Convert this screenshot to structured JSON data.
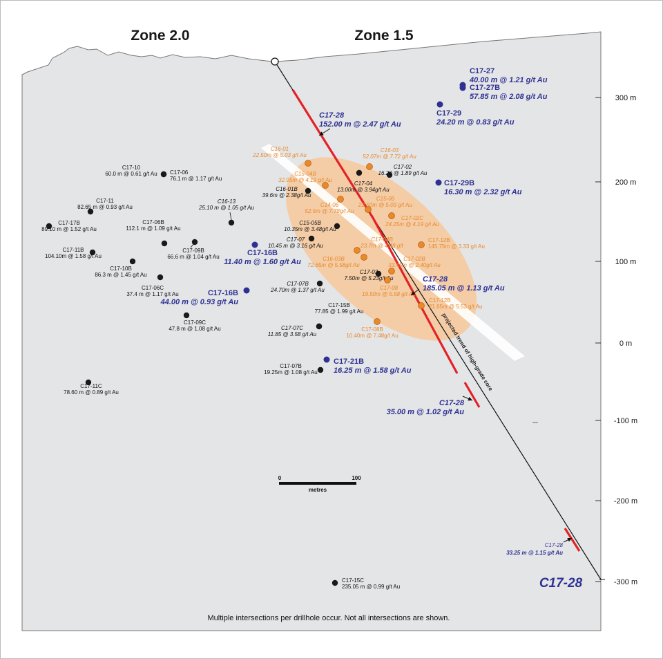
{
  "zones": [
    "Zone 2.0",
    "Zone 1.5"
  ],
  "elevations": [
    "300 m",
    "200 m",
    "100 m",
    "0 m",
    "-100 m",
    "-200 m",
    "-300 m"
  ],
  "colors": {
    "black": "#1a1a1a",
    "orange": "#e8892a",
    "blue": "#2e3192",
    "red": "#e32227",
    "background": "#e4e5e7",
    "halo": "#f7c89a"
  },
  "main_hole": "C17-28",
  "trend_label": "projected trend of high-grade core",
  "scale": {
    "start": "0",
    "end": "100",
    "unit": "metres"
  },
  "note": "Multiple intersections per drillhole occur.  Not all intersections are shown.",
  "intercepts": [
    {
      "name": "C17-10",
      "text": "60.0 m @ 0.61 g/t Au",
      "color": "black"
    },
    {
      "name": "C17-06",
      "text": "76.1 m @ 1.17 g/t Au",
      "color": "black"
    },
    {
      "name": "C17-11",
      "text": "82.65 m @ 0.93 g/t Au",
      "color": "black"
    },
    {
      "name": "C16-13",
      "text": "25.10 m @ 1.05 g/t Au",
      "color": "black",
      "italic": true
    },
    {
      "name": "C17-17B",
      "text": "89.10 m @ 1.52 g/t Au",
      "color": "black"
    },
    {
      "name": "C17-06B",
      "text": "112.1 m @ 1.09 g/t Au",
      "color": "black"
    },
    {
      "name": "C17-09B",
      "text": "66.6 m @ 1.04 g/t Au",
      "color": "black"
    },
    {
      "name": "C17-11B",
      "text": "104.10m @ 1.58 g/t Au",
      "color": "black"
    },
    {
      "name": "C17-10B",
      "text": "86.3 m @ 1.45 g/t Au",
      "color": "black"
    },
    {
      "name": "C17-06C",
      "text": "37.4 m @ 1.17 g/t Au",
      "color": "black"
    },
    {
      "name": "C17-09C",
      "text": "47.8 m @ 1.08 g/t Au",
      "color": "black"
    },
    {
      "name": "C17-11C",
      "text": "78.60 m @ 0.89 g/t Au",
      "color": "black"
    },
    {
      "name": "C16-01",
      "text": "22.50m @ 5.03 g/t Au",
      "color": "orange",
      "italic": true
    },
    {
      "name": "C16-03",
      "text": "52.07m @ 7.72 g/t Au",
      "color": "orange",
      "italic": true
    },
    {
      "name": "C15-04B",
      "text": "32.95m @ 4.19 g/t Au",
      "color": "orange",
      "italic": true
    },
    {
      "name": "C16-01B",
      "text": "39.6m @ 2.38g/t Au",
      "color": "black",
      "italic": true
    },
    {
      "name": "C17-04",
      "text": "13.00m @ 3.94g/t Au",
      "color": "black",
      "italic": true
    },
    {
      "name": "C17-02",
      "text": "16.20 @ 1.89 g/t Au",
      "color": "black",
      "italic": true
    },
    {
      "name": "C14-06",
      "text": "52.5m @ 7.78g/t Au",
      "color": "orange",
      "italic": true
    },
    {
      "name": "C15-06",
      "text": "22.50m @ 5.03 g/t Au",
      "color": "orange",
      "italic": true
    },
    {
      "name": "C15-05B",
      "text": "10.35m @ 3.48g/t Au",
      "color": "black",
      "italic": true
    },
    {
      "name": "C17-02C",
      "text": "24.25m @ 4.19 g/t Au",
      "color": "orange",
      "italic": true
    },
    {
      "name": "C17-07",
      "text": "10.45 m @ 3.16 g/t Au",
      "color": "black",
      "italic": true
    },
    {
      "name": "C17-04B",
      "text": "23.7m @ 4.48 g/t",
      "color": "orange",
      "italic": true
    },
    {
      "name": "C17-12B",
      "text": "145.75m @ 3.33 g/t Au",
      "color": "orange"
    },
    {
      "name": "C16-03B",
      "text": "72.65m @ 5.58g/t Au",
      "color": "orange",
      "italic": true
    },
    {
      "name": "C17-02B",
      "text": "33.45m @ 2.40g/t Au",
      "color": "orange",
      "italic": true
    },
    {
      "name": "C17-03",
      "text": "7.50m @ 5.23g/t Au",
      "color": "black",
      "italic": true
    },
    {
      "name": "C17-07B",
      "text": "24.70m @ 1.37 g/t Au",
      "color": "black",
      "italic": true
    },
    {
      "name": "C17-08",
      "text": "19.50m @ 5.58 g/t Au",
      "color": "orange",
      "italic": true
    },
    {
      "name": "C17-12B",
      "text": "21.65m @ 5.53 g/t Au",
      "color": "orange"
    },
    {
      "name": "C17-15B",
      "text": "77.85 @ 1.99 g/t Au",
      "color": "black"
    },
    {
      "name": "C17-07C",
      "text": "11.85 @ 3.58 g/t Au",
      "color": "black",
      "italic": true
    },
    {
      "name": "C17-08B",
      "text": "10.40m @ 7.48g/t Au",
      "color": "orange"
    },
    {
      "name": "C17-07B",
      "text": "19.25m @ 1.08 g/t Au",
      "color": "black"
    },
    {
      "name": "C17-15C",
      "text": "235.05 m @ 0.99 g/t Au",
      "color": "black"
    },
    {
      "name": "C17-27",
      "text": "40.00 m @ 1.21 g/t Au",
      "color": "blue",
      "big": true
    },
    {
      "name": "C17-27B",
      "text": "57.85 m @ 2.08 g/t Au",
      "color": "blue",
      "big": true
    },
    {
      "name": "C17-29",
      "text": "24.20 m @ 0.83 g/t Au",
      "color": "blue",
      "big": true
    },
    {
      "name": "C17-29B",
      "text": "16.30 m @ 2.32 g/t Au",
      "color": "blue",
      "big": true
    },
    {
      "name": "C17-16B",
      "text": "11.40 m @ 1.60 g/t Au",
      "color": "blue",
      "big": true
    },
    {
      "name": "C17-16B",
      "text": "44.00 m @ 0.93 g/t Au",
      "color": "blue",
      "big": true
    },
    {
      "name": "C17-21B",
      "text": "16.25 m @ 1.58 g/t Au",
      "color": "blue",
      "big": true
    }
  ],
  "c1728_intercepts": [
    {
      "name": "C17-28",
      "text": "152.00 m @ 2.47 g/t Au",
      "big": true,
      "italic": true
    },
    {
      "name": "C17-28",
      "text": "185.05 m @ 1.13 g/t Au",
      "big": true
    },
    {
      "name": "C17-28",
      "text": "35.00 m @ 1.02 g/t Au",
      "big": true,
      "italic": true
    },
    {
      "name": "C17-28",
      "text": "33.25 m @ 1.15 g/t Au",
      "big": false,
      "italic": true
    }
  ]
}
